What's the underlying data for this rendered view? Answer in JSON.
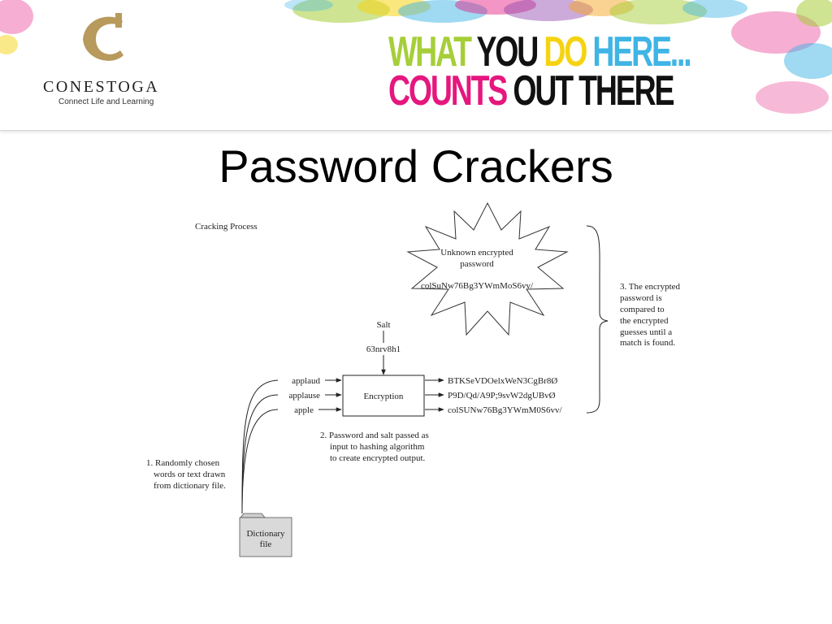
{
  "logo": {
    "name": "CONESTOGA",
    "tagline": "Connect Life and Learning"
  },
  "slogan": {
    "line1": [
      {
        "text": "WHAT",
        "color": "#a6ce39"
      },
      {
        "text": "YOU",
        "color": "#111111"
      },
      {
        "text": "DO",
        "color": "#f5d312"
      },
      {
        "text": "HERE...",
        "color": "#3fb4e5"
      }
    ],
    "line2": [
      {
        "text": "COUNTS",
        "color": "#e5177e"
      },
      {
        "text": "OUT THERE",
        "color": "#111111"
      }
    ]
  },
  "title": "Password Crackers",
  "diagram": {
    "heading": "Cracking Process",
    "unknown": {
      "line1": "Unknown encrypted",
      "line2": "password",
      "hash": "colSuNw76Bg3YWmMoS6vv/"
    },
    "salt": {
      "label": "Salt",
      "value": "63nrv8h1"
    },
    "words": [
      "applaud",
      "applause",
      "apple"
    ],
    "encryption": "Encryption",
    "outputs": [
      "BTKSeVDOelxWeN3CgBr8Ø",
      "P9D/Qd/A9P;9svW2dgUBvØ",
      "colSUNw76Bg3YWmM0S6vv/"
    ],
    "note1": [
      "1. Randomly chosen",
      "words or text drawn",
      "from dictionary file."
    ],
    "note2": [
      "2. Password and salt passed as",
      "input to hashing algorithm",
      "to create encrypted output."
    ],
    "note3": [
      "3. The encrypted",
      "password is",
      "compared to",
      "the encrypted",
      "guesses until a",
      "match is found."
    ],
    "dictionary": {
      "line1": "Dictionary",
      "line2": "file"
    }
  }
}
